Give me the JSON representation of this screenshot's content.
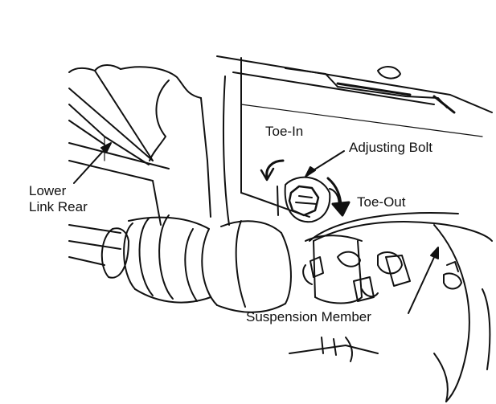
{
  "labels": {
    "toe_in": "Toe-In",
    "adjusting_bolt": "Adjusting Bolt",
    "toe_out": "Toe-Out",
    "lower_link_rear": "Lower\nLink Rear",
    "suspension_member": "Suspension Member"
  },
  "colors": {
    "ink": "#111111",
    "paper": "#ffffff"
  },
  "icons": {
    "toe_in_arrow": "curved-arrow-left-icon",
    "toe_out_arrow": "curved-arrow-down-icon",
    "bolt": "hex-bolt-icon"
  }
}
